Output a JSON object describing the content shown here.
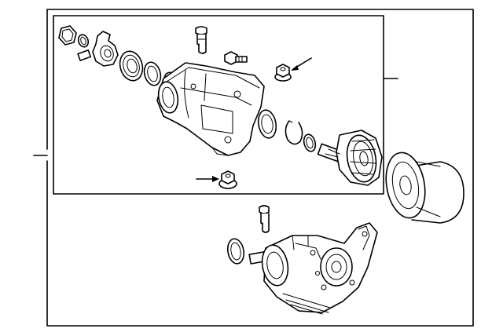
{
  "diagram": {
    "type": "exploded-parts-diagram",
    "background": "#ffffff",
    "line_color": "#000000",
    "parts": [
      {
        "name": "outer-frame"
      },
      {
        "name": "inner-subassembly-box"
      },
      {
        "name": "drain-plug"
      },
      {
        "name": "small-gasket-ring"
      },
      {
        "name": "fitting-adapter"
      },
      {
        "name": "large-seal"
      },
      {
        "name": "o-ring"
      },
      {
        "name": "small-seal"
      },
      {
        "name": "vent-fitting"
      },
      {
        "name": "hex-bolt"
      },
      {
        "name": "flange-nut"
      },
      {
        "name": "differential-housing"
      },
      {
        "name": "output-seal"
      },
      {
        "name": "snap-ring"
      },
      {
        "name": "spacer-ring"
      },
      {
        "name": "drive-gear-assembly"
      },
      {
        "name": "bottom-flange-nut"
      },
      {
        "name": "coupling-canister"
      },
      {
        "name": "lower-vent-fitting"
      },
      {
        "name": "lower-seal"
      },
      {
        "name": "complete-assembly"
      }
    ]
  }
}
